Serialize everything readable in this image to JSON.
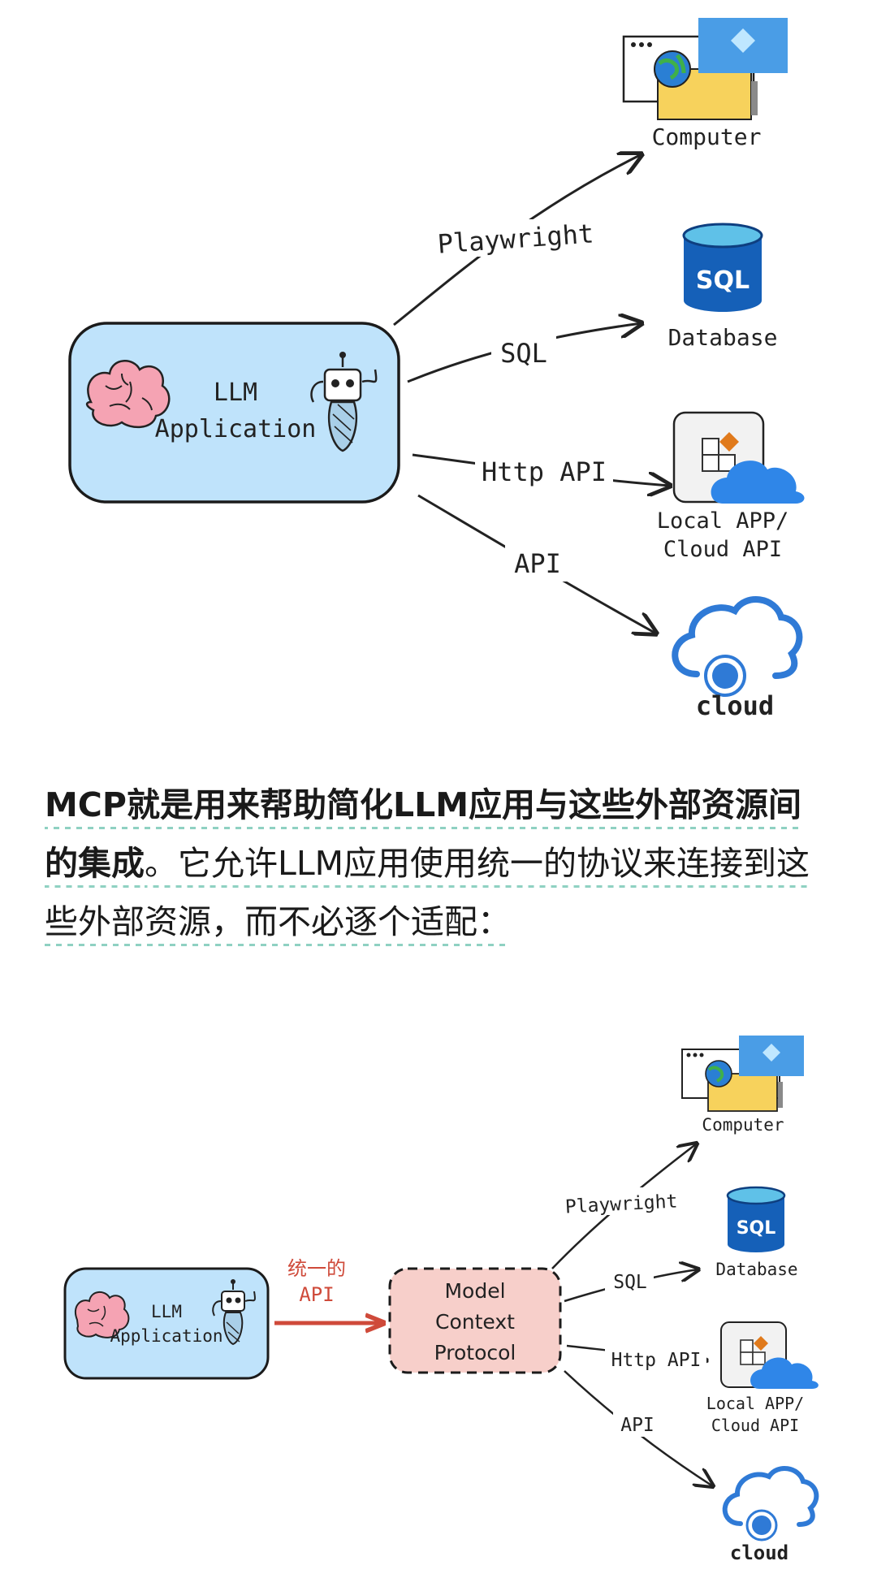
{
  "diagram1": {
    "app_label_line1": "LLM",
    "app_label_line2": "Application",
    "edges": [
      "Playwright",
      "SQL",
      "Http API",
      "API"
    ],
    "targets": {
      "computer": "Computer",
      "database": "Database",
      "database_icon_text": "SQL",
      "local_line1": "Local APP/",
      "local_line2": "Cloud API",
      "cloud": "cloud"
    }
  },
  "paragraph": {
    "line1_bold": "MCP就是用来帮助简化LLM应用与这些外部资源间",
    "line2_bold": "的集成",
    "line2_rest": "。它允许LLM应用使用统一的协议来连接到这",
    "line3": "些外部资源，而不必逐个适配："
  },
  "diagram2": {
    "app_label_line1": "LLM",
    "app_label_line2": "Application",
    "api_label_line1": "统一的",
    "api_label_line2": "API",
    "mcp_line1": "Model",
    "mcp_line2": "Context",
    "mcp_line3": "Protocol",
    "edges": [
      "Playwright",
      "SQL",
      "Http API",
      "API"
    ],
    "targets": {
      "computer": "Computer",
      "database": "Database",
      "database_icon_text": "SQL",
      "local_line1": "Local APP/",
      "local_line2": "Cloud API",
      "cloud": "cloud"
    }
  },
  "colors": {
    "app_box_fill": "#bfe3fb",
    "mcp_box_fill": "#f7cfca",
    "red_arrow": "#cf4a3a",
    "db_blue": "#1560b8",
    "monitor_blue": "#4a9de6",
    "underline": "#8fd1c2"
  }
}
